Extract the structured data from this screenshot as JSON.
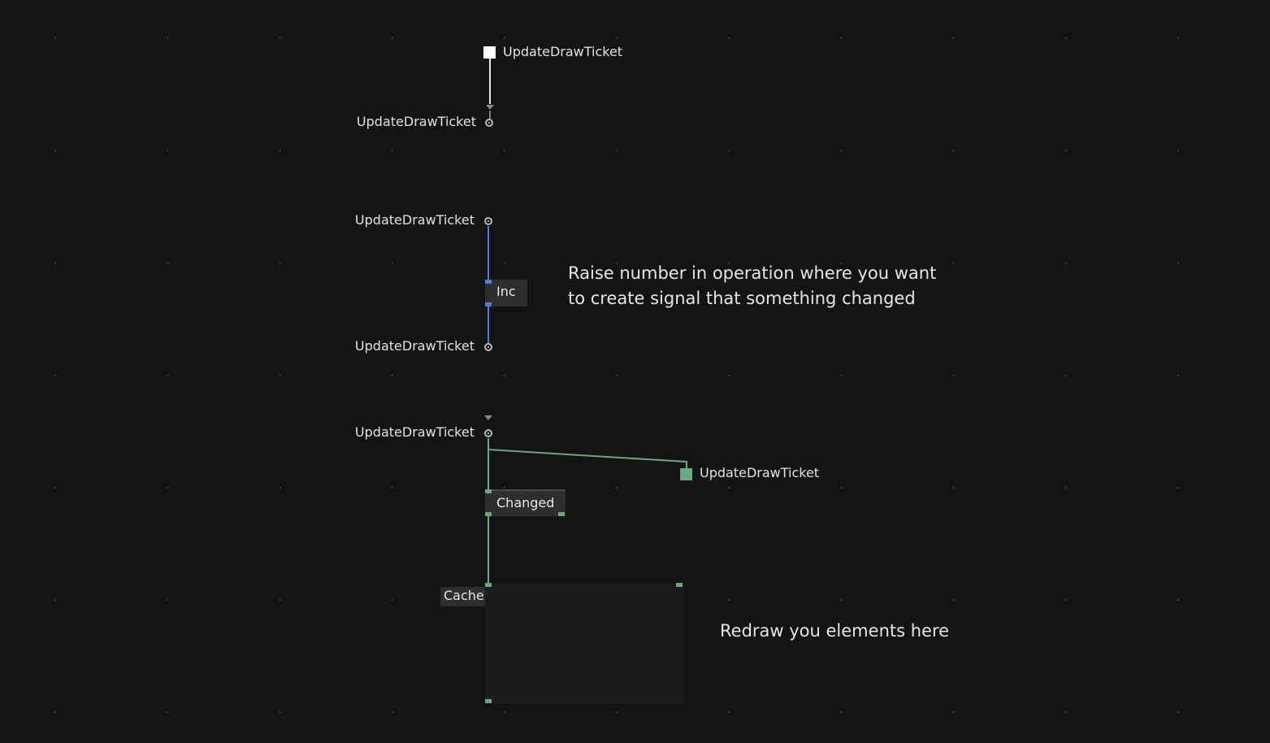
{
  "colors": {
    "background": "#141414",
    "wire_white": "#e8e8e8",
    "wire_blue": "#4f7fd1",
    "wire_green": "#6aa880",
    "node_bg": "#2e2e2e"
  },
  "group1": {
    "source_label": "UpdateDrawTicket",
    "target_label": "UpdateDrawTicket"
  },
  "group2": {
    "input_label": "UpdateDrawTicket",
    "node_label": "Inc",
    "output_label": "UpdateDrawTicket",
    "comment": "Raise number in operation where you want to create signal that something changed"
  },
  "group3": {
    "input_label": "UpdateDrawTicket",
    "source_label": "UpdateDrawTicket",
    "changed_label": "Changed",
    "cache_label": "Cache",
    "comment": "Redraw you elements here"
  },
  "icons": {
    "pin": "circle-pin-icon",
    "square_source": "square-source-icon",
    "arrow": "triangle-down-icon"
  }
}
